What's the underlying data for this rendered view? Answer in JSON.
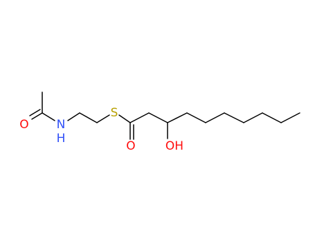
{
  "molecule": {
    "atom_labels": {
      "carbonyl_o_left": "O",
      "amide_n": "N",
      "amide_h": "H",
      "thioester_s": "S",
      "carbonyl_o_right": "O",
      "hydroxyl": "OH"
    },
    "colors": {
      "bond": "#000000",
      "oxygen": "#ff0d0d",
      "nitrogen": "#3050f8",
      "sulfur": "#b8a000",
      "background": "#ffffff"
    }
  }
}
